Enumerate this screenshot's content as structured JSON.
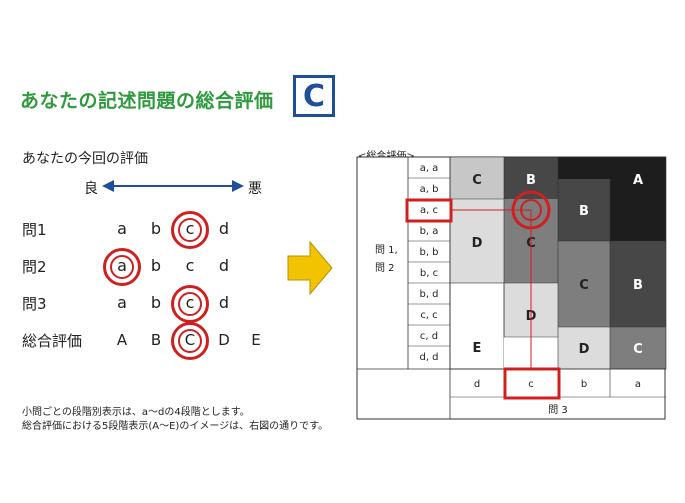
{
  "page": {
    "title": "あなたの記述問題の総合評価",
    "overall_grade": "C",
    "subtitle": "あなたの今回の評価",
    "scale_good": "良",
    "scale_bad": "悪",
    "notes": [
      "小問ごとの段階別表示は、a～dの4段階とします。",
      "総合評価における5段階表示(A～E)のイメージは、右図の通りです。"
    ]
  },
  "evaluation": {
    "rows": [
      {
        "label": "問1",
        "options": [
          "a",
          "b",
          "c",
          "d"
        ],
        "selected": 2
      },
      {
        "label": "問2",
        "options": [
          "a",
          "b",
          "c",
          "d"
        ],
        "selected": 0
      },
      {
        "label": "問3",
        "options": [
          "a",
          "b",
          "c",
          "d"
        ],
        "selected": 2
      },
      {
        "label": "総合評価",
        "options": [
          "A",
          "B",
          "C",
          "D",
          "E"
        ],
        "selected": 2
      }
    ]
  },
  "diagram": {
    "title": "<総合評価>",
    "row_axis_label_line1": "問 1,",
    "row_axis_label_line2": "問 2",
    "col_axis_label": "問 3",
    "row_labels": [
      "a, a",
      "a, b",
      "a, c",
      "b, a",
      "b, b",
      "b, c",
      "b, d",
      "c, c",
      "c, d",
      "d, d"
    ],
    "highlight_row": "a, c",
    "col_labels": [
      "d",
      "c",
      "b",
      "a"
    ],
    "highlight_col": "c",
    "region_labels": {
      "A": "A",
      "B_top": "B",
      "B_mid": "B",
      "B_right": "B",
      "C_top": "C",
      "C_mid": "C",
      "C_right": "C",
      "C_low": "C",
      "D_left": "D",
      "D_mid": "D",
      "D_right": "D",
      "E": "E"
    },
    "colors": {
      "A": "#1d1d1d",
      "B": "#474747",
      "C": "#7e7e7e",
      "D": "#c7c7c7",
      "E": "#ffffff",
      "D_light": "#dcdcdc",
      "highlight": "#d01f1f"
    }
  }
}
